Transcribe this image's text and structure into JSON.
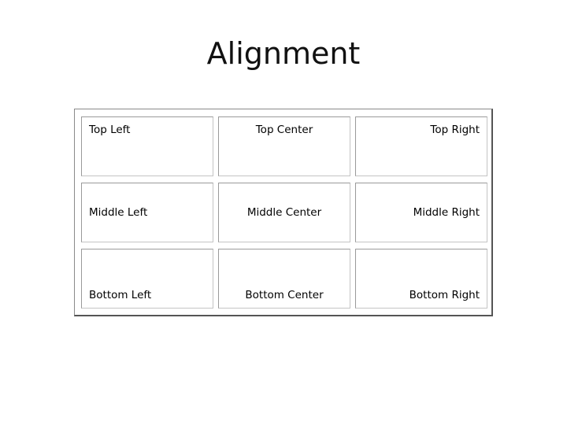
{
  "title": "Alignment",
  "cells": [
    {
      "label": "Top Left"
    },
    {
      "label": "Top Center"
    },
    {
      "label": "Top Right"
    },
    {
      "label": "Middle Left"
    },
    {
      "label": "Middle Center"
    },
    {
      "label": "Middle Right"
    },
    {
      "label": "Bottom Left"
    },
    {
      "label": "Bottom Center"
    },
    {
      "label": "Bottom Right"
    }
  ]
}
